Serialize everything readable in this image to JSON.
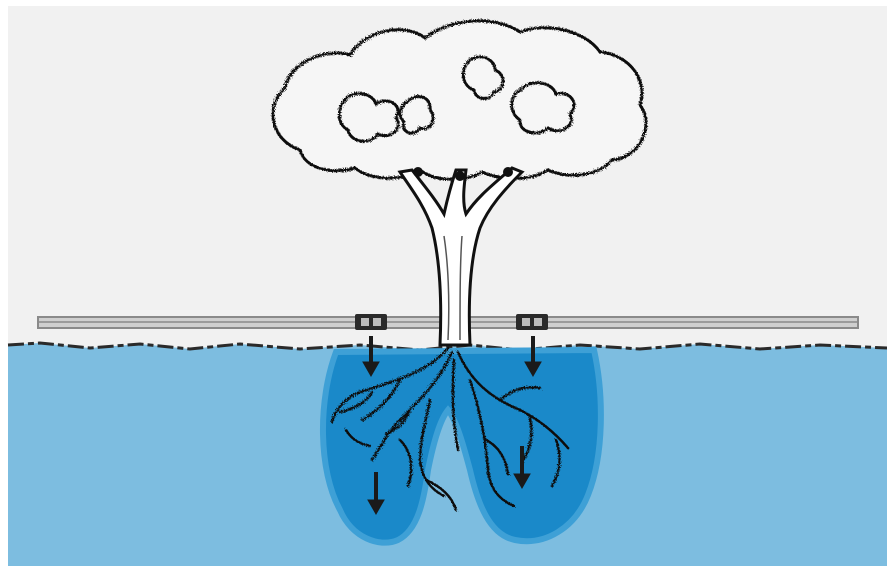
{
  "diagram": {
    "subject": "drip-irrigation-tree-root-watering",
    "colors": {
      "sky": "#f1f1f1",
      "soil": "#7dbde0",
      "wet_zone": "#1a89c9",
      "wet_zone_edge": "#3ea0d6",
      "outline": "#111111",
      "pipe": "#9a9a9a",
      "emitter": "#2a2a2a"
    },
    "icons": {
      "emitters": "drip-emitter-icon",
      "arrows": "down-arrow-icon"
    },
    "counts": {
      "emitters": 2,
      "arrows": 4
    }
  }
}
